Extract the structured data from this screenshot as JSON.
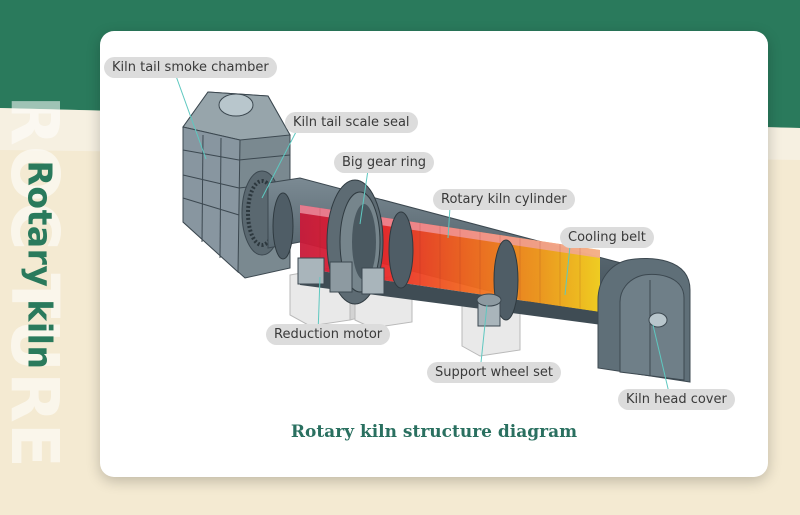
{
  "side_title": "Rotary kiln",
  "watermark_text": "ROC TURE",
  "caption": "Rotary kiln structure diagram",
  "labels": {
    "smoke_chamber": "Kiln tail smoke chamber",
    "scale_seal": "Kiln tail scale seal",
    "gear_ring": "Big gear ring",
    "cylinder": "Rotary kiln cylinder",
    "cooling_belt": "Cooling belt",
    "reduction_motor": "Reduction motor",
    "support_wheel": "Support wheel set",
    "head_cover": "Kiln head cover"
  },
  "colors": {
    "brand_green": "#2a7a5c",
    "label_bg": "#dcdcdc",
    "leader_line": "#5ec8c0",
    "steel": "#5f6f78",
    "hot_red": "#e8202a",
    "hot_orange": "#f39a1c",
    "hot_yellow": "#f7d21e"
  }
}
